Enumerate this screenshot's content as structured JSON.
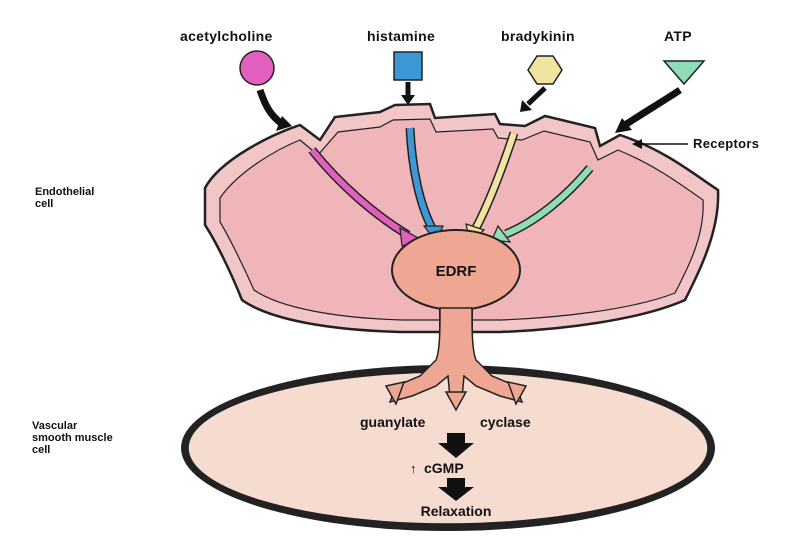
{
  "ligands": [
    {
      "label": "acetylcholine",
      "shape": "circle",
      "color": "#e05fbf"
    },
    {
      "label": "histamine",
      "shape": "square",
      "color": "#3f98d6"
    },
    {
      "label": "bradykinin",
      "shape": "hexagon",
      "color": "#f1e3a0"
    },
    {
      "label": "ATP",
      "shape": "triangle",
      "color": "#8fdcb7"
    }
  ],
  "labels": {
    "receptors": "Receptors",
    "endothelial_cell": "Endothelial\ncell",
    "smooth_muscle_cell": "Vascular\nsmooth muscle\ncell",
    "edrf": "EDRF",
    "guanylate": "guanylate",
    "cyclase": "cyclase",
    "up_arrow": "↑",
    "cgmp": "cGMP",
    "relaxation": "Relaxation"
  },
  "colors": {
    "endothelial_fill": "#f2c5c6",
    "endothelial_inner": "#efb5b8",
    "edrf_fill": "#efa793",
    "smooth_muscle_fill": "#f6dcd0",
    "outline": "#222222",
    "arrow_black": "#111111"
  }
}
